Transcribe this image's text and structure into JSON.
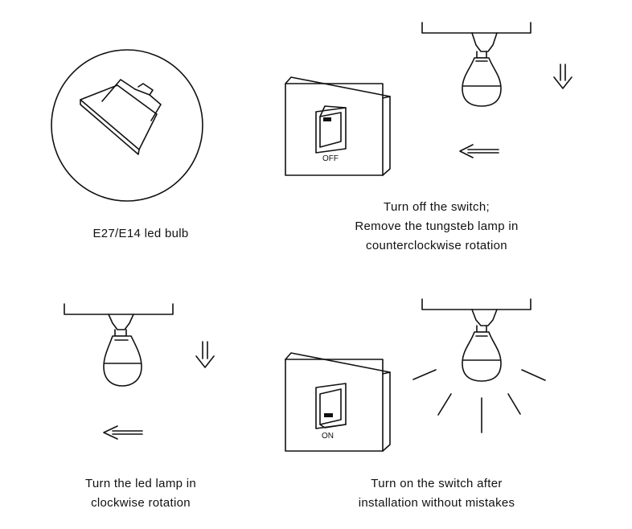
{
  "captions": {
    "bulb": "E27/E14 led bulb",
    "step1": [
      "Turn off the switch;",
      "Remove the tungsteb lamp in",
      "counterclockwise rotation"
    ],
    "step2": [
      "Turn the led lamp in",
      "clockwise rotation"
    ],
    "step3": [
      "Turn on the switch after",
      "installation without mistakes"
    ]
  },
  "switches": {
    "off_label": "OFF",
    "on_label": "ON"
  },
  "colors": {
    "line": "#111111",
    "background": "#ffffff"
  }
}
